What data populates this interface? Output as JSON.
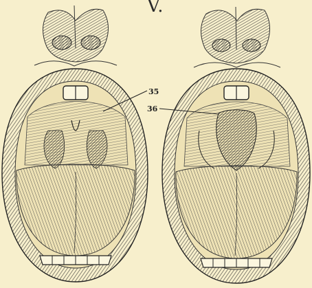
{
  "plate": {
    "title": "V."
  },
  "figures": [
    {
      "callout": "35"
    },
    {
      "callout": "36"
    }
  ],
  "colors": {
    "paper": "#f7efcc",
    "ink": "#2a2a2a"
  }
}
